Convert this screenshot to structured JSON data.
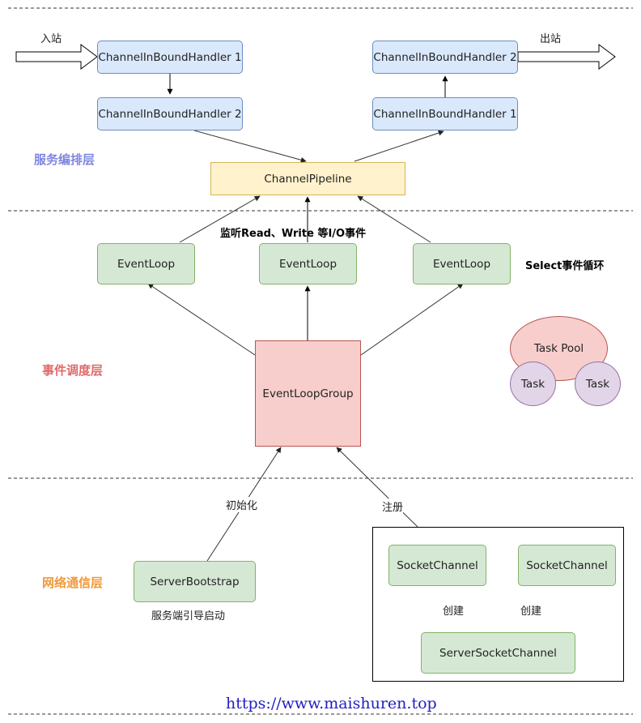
{
  "colors": {
    "service_layer": "#7e86e0",
    "event_layer": "#e06a6a",
    "network_layer": "#f0983a",
    "url": "#1f1fc2"
  },
  "labels": {
    "inbound": "入站",
    "outbound": "出站",
    "listen": "监听Read、Write  等I/O事件",
    "select_loop": "Select事件循环",
    "init": "初始化",
    "register": "注册",
    "bootstrap_caption": "服务端引导启动",
    "create_left": "创建",
    "create_right": "创建"
  },
  "layers": {
    "service": "服务编排层",
    "event": "事件调度层",
    "network": "网络通信层"
  },
  "nodes": {
    "in_handler_1": "ChannelInBoundHandler 1",
    "in_handler_2": "ChannelInBoundHandler 2",
    "out_handler_2": "ChannelInBoundHandler 2",
    "out_handler_1": "ChannelInBoundHandler 1",
    "pipeline": "ChannelPipeline",
    "eventloop_1": "EventLoop",
    "eventloop_2": "EventLoop",
    "eventloop_3": "EventLoop",
    "eventloop_group": "EventLoopGroup",
    "task_pool": "Task Pool",
    "task_1": "Task",
    "task_2": "Task",
    "server_bootstrap": "ServerBootstrap",
    "socket_channel_1": "SocketChannel",
    "socket_channel_2": "SocketChannel",
    "server_socket_channel": "ServerSocketChannel"
  },
  "footer": {
    "url": "https://www.maishuren.top"
  }
}
